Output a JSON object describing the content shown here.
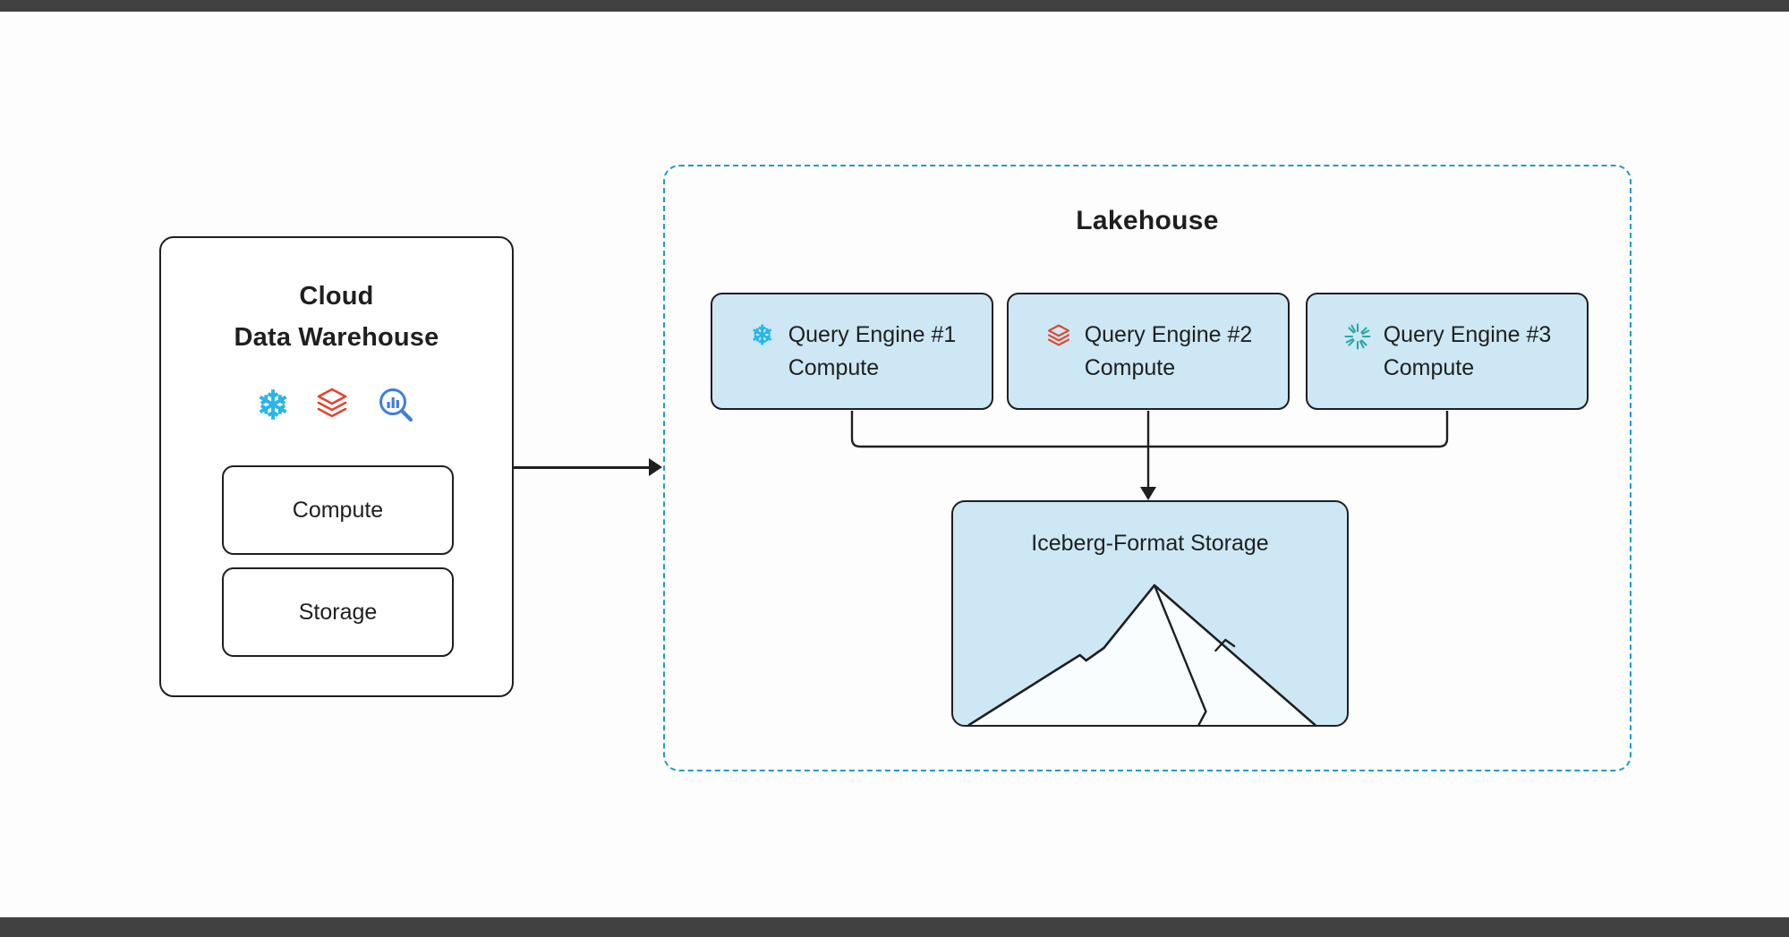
{
  "colors": {
    "background": "#fdfdfd",
    "box_fill_blue": "#cde8f4",
    "dashed_border_blue": "#1e9cc9",
    "outline_dark": "#1f1f1f",
    "snowflake_blue": "#29b5e8",
    "databricks_red": "#e0462e",
    "starburst_teal": "#2ba6a6",
    "magnifier_blue": "#3f7fd8",
    "letterbox_gray": "#414141"
  },
  "warehouse": {
    "title_line1": "Cloud",
    "title_line2": "Data Warehouse",
    "icons": [
      "snowflake-icon",
      "databricks-icon",
      "chart-magnifier-icon"
    ],
    "compute_label": "Compute",
    "storage_label": "Storage"
  },
  "lakehouse": {
    "title": "Lakehouse",
    "engines": [
      {
        "name": "Query Engine #1",
        "sub": "Compute",
        "icon": "snowflake-icon"
      },
      {
        "name": "Query Engine #2",
        "sub": "Compute",
        "icon": "databricks-icon"
      },
      {
        "name": "Query Engine #3",
        "sub": "Compute",
        "icon": "starburst-icon"
      }
    ],
    "storage_title": "Iceberg-Format Storage"
  }
}
